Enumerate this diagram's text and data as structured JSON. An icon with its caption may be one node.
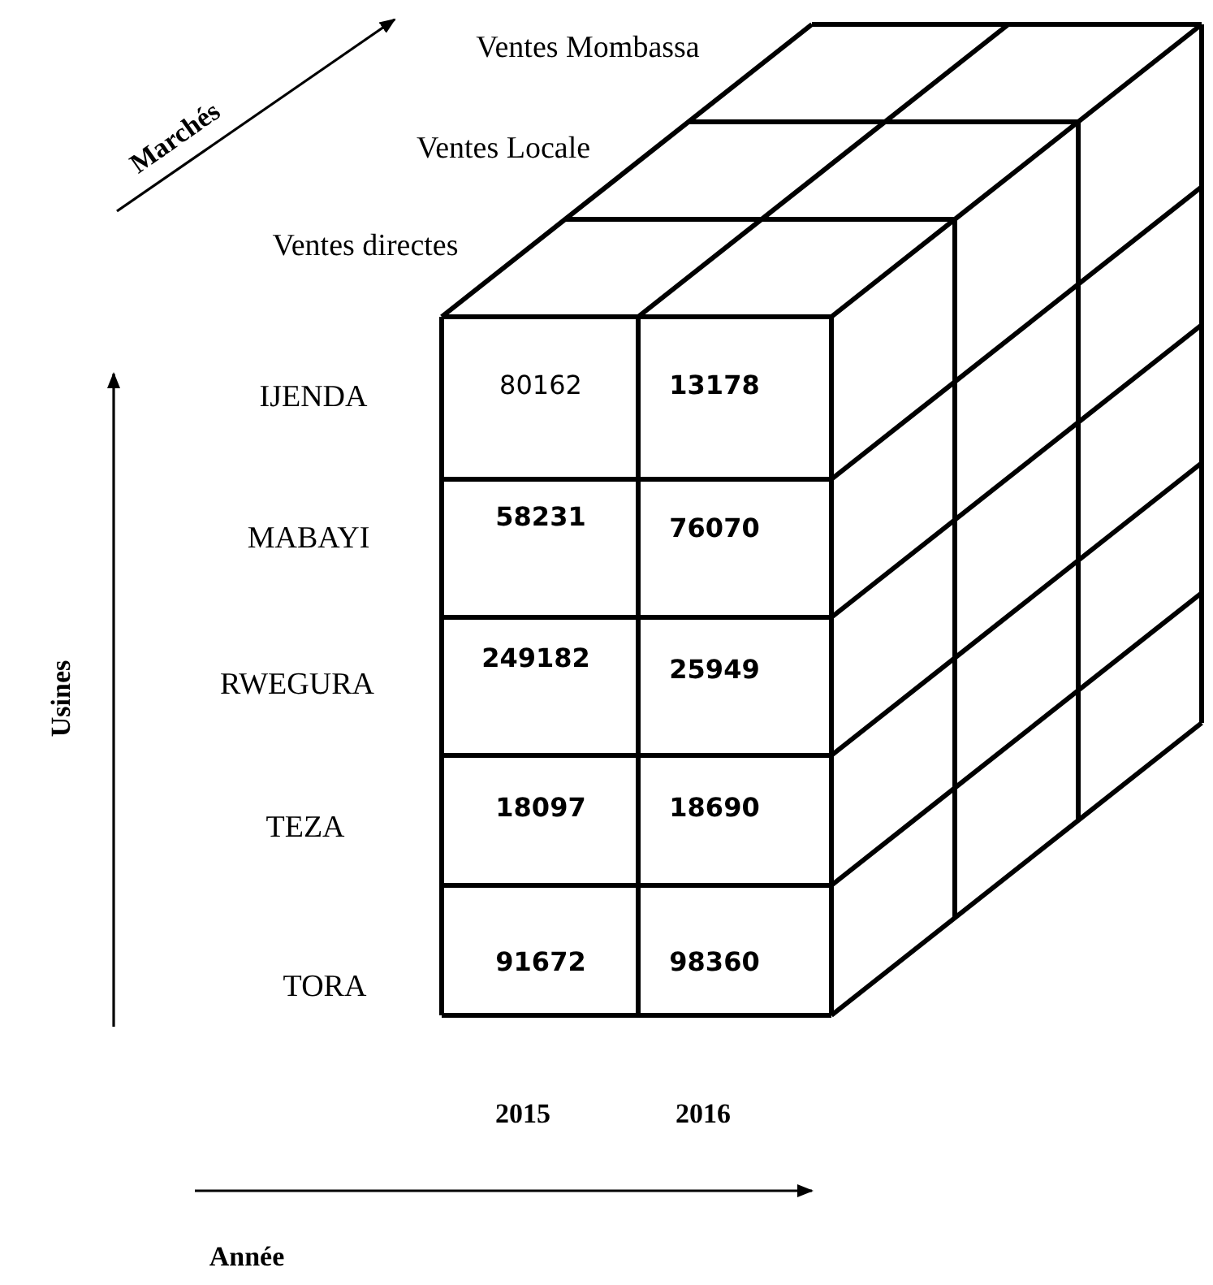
{
  "diagram": {
    "labels": [
      "Ventes Mombassa",
      "Marchés",
      "Ventes Locale",
      "Ventes directes",
      "IJENDA",
      "80162",
      "13178",
      "MABAYI",
      "58231",
      "76070",
      "RWEGURA",
      "249182",
      "25949",
      "Usines",
      "TEZA",
      "18097",
      "18690",
      "TORA",
      "91672",
      "98360",
      "2015",
      "2016",
      "Année"
    ]
  }
}
